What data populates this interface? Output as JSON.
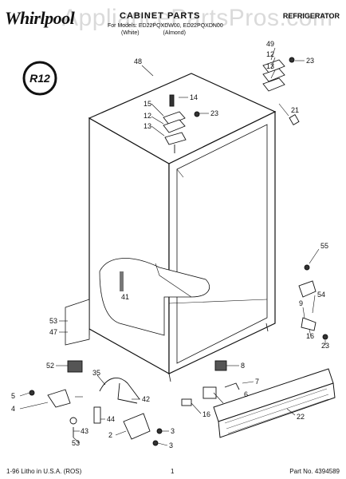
{
  "header": {
    "brand": "Whirlpool",
    "title": "CABINET PARTS",
    "category": "REFRIGERATOR",
    "models": "For Models: ED22PQXDW00, ED22PQXDN00",
    "variants": [
      "(White)",
      "(Almond)"
    ],
    "watermark": "AppliancePartsPros.com"
  },
  "badge": {
    "text": "R12"
  },
  "callouts": [
    "48",
    "49",
    "12",
    "13",
    "23",
    "14",
    "15",
    "12",
    "23",
    "13",
    "21",
    "55",
    "41",
    "9",
    "54",
    "53",
    "47",
    "52",
    "35",
    "8",
    "16",
    "23",
    "7",
    "6",
    "5",
    "4",
    "42",
    "44",
    "43",
    "2",
    "3",
    "53",
    "3",
    "16",
    "22"
  ],
  "footer": {
    "left": "1-96 Litho in U.S.A. (ROS)",
    "page": "1",
    "part_no": "Part No. 4394589"
  }
}
